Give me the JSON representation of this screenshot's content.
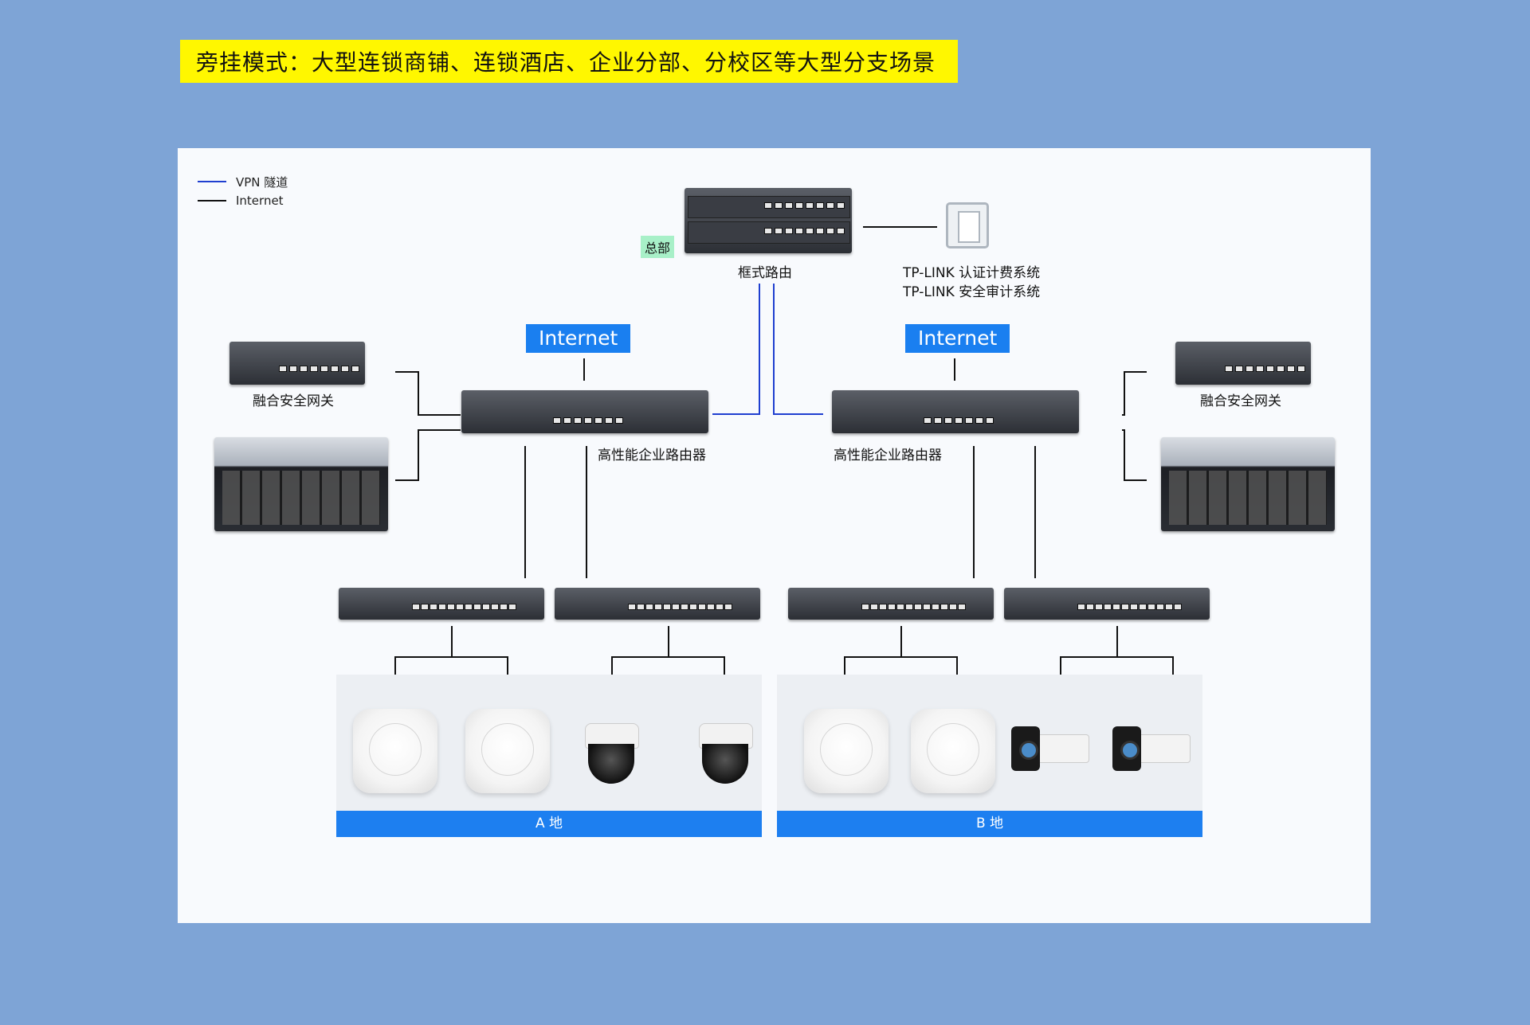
{
  "title": "旁挂模式：大型连锁商铺、连锁酒店、企业分部、分校区等大型分支场景",
  "legend": [
    {
      "label": "VPN 隧道",
      "color": "#1f3fd0"
    },
    {
      "label": "Internet",
      "color": "#111111"
    }
  ],
  "hq": {
    "tag": "总部",
    "device_label": "框式路由",
    "system_lines": [
      "TP-LINK 认证计费系统",
      "TP-LINK 安全审计系统"
    ]
  },
  "internet_label": "Internet",
  "left_branch": {
    "gateway_label": "融合安全网关",
    "router_label": "高性能企业路由器",
    "zone_label": "A 地"
  },
  "right_branch": {
    "gateway_label": "融合安全网关",
    "router_label": "高性能企业路由器",
    "zone_label": "B 地"
  },
  "colors": {
    "background": "#7ea4d6",
    "banner": "#fff700",
    "vpn": "#1f3fd0",
    "internet_badge": "#1a7ff0",
    "zone_bar": "#1d7ff0"
  }
}
